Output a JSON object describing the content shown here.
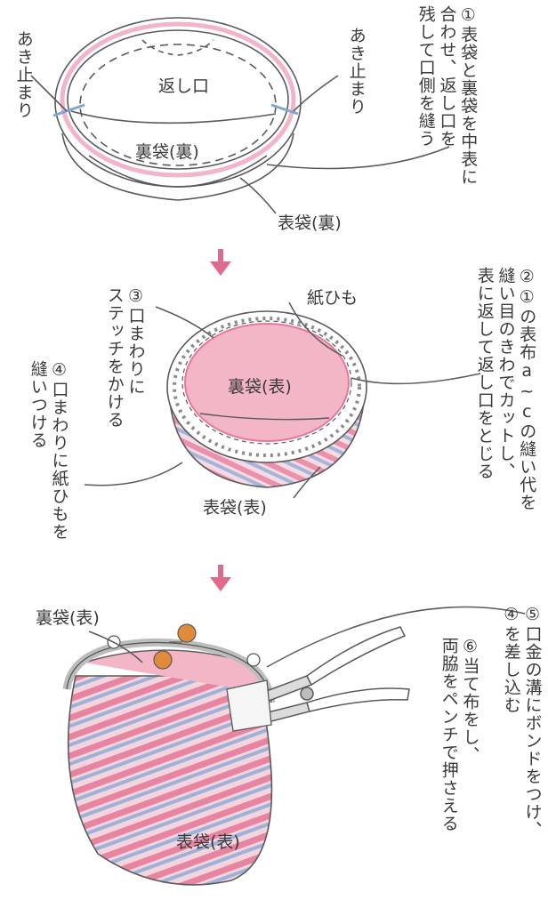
{
  "labels": {
    "aki_left": "あき止まり",
    "aki_right": "あき止まり",
    "kaeshiguchi": "返し口",
    "urabukuro_ura": "裏袋(裏)",
    "omotebukuro_ura": "表袋(裏)",
    "kami_himo": "紙ひも",
    "urabukuro_omote_2": "裏袋(表)",
    "omotebukuro_omote_2": "表袋(表)",
    "urabukuro_omote_3": "裏袋(表)",
    "omotebukuro_omote_3": "表袋(表)"
  },
  "steps": {
    "s1": [
      "①表袋と裏袋を中表に",
      "合わせ、返し口を",
      "残して口側を縫う"
    ],
    "s2": [
      "②①の表布a~cの縫い代を",
      "縫い目のきわでカットし、",
      "表に返して返し口をとじる"
    ],
    "s3": [
      "③口まわりに",
      "ステッチをかける"
    ],
    "s4": [
      "④口まわりに紙ひもを",
      "縫いつける"
    ],
    "s5": [
      "⑤口金の溝にボンドをつけ、",
      "④を差し込む"
    ],
    "s6": [
      "⑥当て布をし、",
      "両脇をペンチで押さえる"
    ]
  },
  "colors": {
    "line": "#5a5a5a",
    "pink": "#e8789a",
    "pink_light": "#f2b6c6",
    "blue": "#7fa6d6",
    "arrow": "#e06a8c",
    "knob": "#e08a3a",
    "metal": "#cfcfcf"
  },
  "icons": [
    "arrow-down-icon",
    "arrow-down-icon"
  ]
}
